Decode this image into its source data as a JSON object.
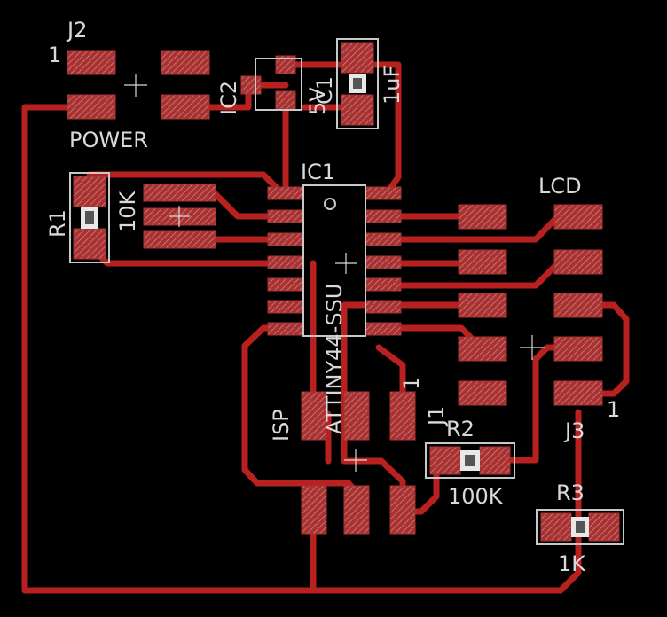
{
  "labels": {
    "j2": "J2",
    "j2_pin1": "1",
    "power": "POWER",
    "ic2": "IC2",
    "c1": "C1",
    "c1_value": "1uF",
    "v5": "5V",
    "ic1": "IC1",
    "ic1_part": "ATTINY44-SSU",
    "r1": "R1",
    "r1_value": "10K",
    "lcd": "LCD",
    "isp": "ISP",
    "j1": "J1",
    "j1_pin1": "1",
    "r2": "R2",
    "r2_value": "100K",
    "r3": "R3",
    "r3_value": "1K",
    "j3": "J3",
    "j3_pin1": "1"
  },
  "colors": {
    "background": "#000000",
    "trace": "#b92020",
    "pad": "#a83232",
    "pad_hatch": "#d88888",
    "silkscreen": "#d9d9d9",
    "outline": "#c8c8c8"
  }
}
